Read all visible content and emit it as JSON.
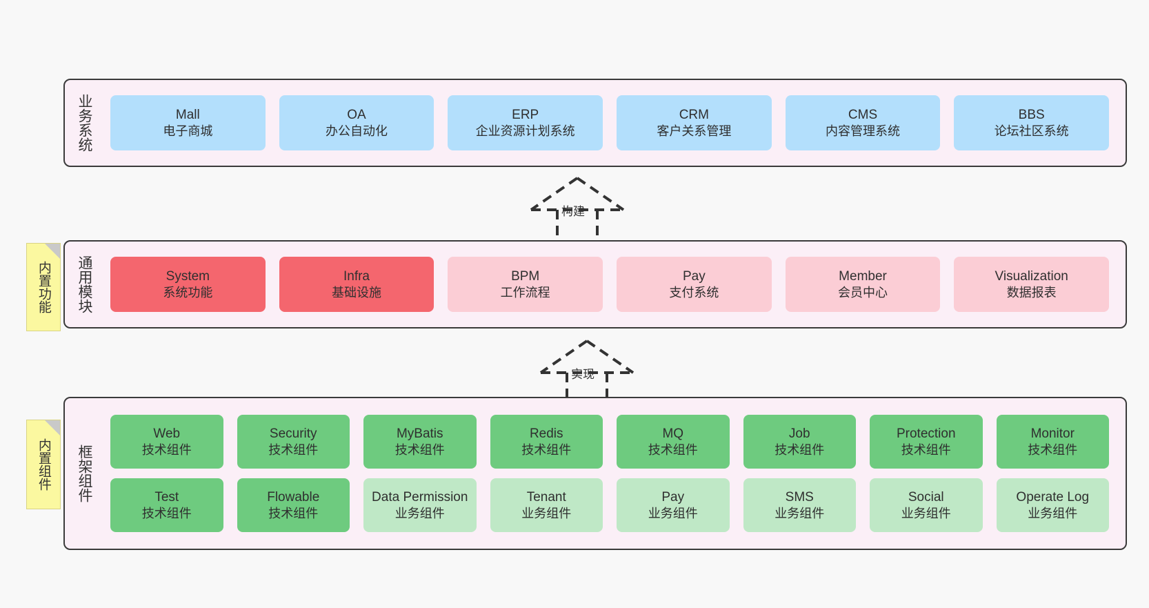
{
  "diagram": {
    "title": "",
    "background_color": "#f8f8f8",
    "layers": [
      {
        "id": "business",
        "title": "业务系统",
        "cards": [
          {
            "en": "Mall",
            "cn": "电子商城",
            "color": "#b3dffc"
          },
          {
            "en": "OA",
            "cn": "办公自动化",
            "color": "#b3dffc"
          },
          {
            "en": "ERP",
            "cn": "企业资源计划系统",
            "color": "#b3dffc"
          },
          {
            "en": "CRM",
            "cn": "客户关系管理",
            "color": "#b3dffc"
          },
          {
            "en": "CMS",
            "cn": "内容管理系统",
            "color": "#b3dffc"
          },
          {
            "en": "BBS",
            "cn": "论坛社区系统",
            "color": "#b3dffc"
          }
        ]
      },
      {
        "id": "common",
        "title": "通用模块",
        "note": "内置功能",
        "cards": [
          {
            "en": "System",
            "cn": "系统功能",
            "color": "#f4666e"
          },
          {
            "en": "Infra",
            "cn": "基础设施",
            "color": "#f4666e"
          },
          {
            "en": "BPM",
            "cn": "工作流程",
            "color": "#fbcdd5"
          },
          {
            "en": "Pay",
            "cn": "支付系统",
            "color": "#fbcdd5"
          },
          {
            "en": "Member",
            "cn": "会员中心",
            "color": "#fbcdd5"
          },
          {
            "en": "Visualization",
            "cn": "数据报表",
            "color": "#fbcdd5"
          }
        ]
      },
      {
        "id": "framework",
        "title": "框架组件",
        "note": "内置组件",
        "rows": [
          [
            {
              "en": "Web",
              "cn": "技术组件",
              "color": "#6ecb7f"
            },
            {
              "en": "Security",
              "cn": "技术组件",
              "color": "#6ecb7f"
            },
            {
              "en": "MyBatis",
              "cn": "技术组件",
              "color": "#6ecb7f"
            },
            {
              "en": "Redis",
              "cn": "技术组件",
              "color": "#6ecb7f"
            },
            {
              "en": "MQ",
              "cn": "技术组件",
              "color": "#6ecb7f"
            },
            {
              "en": "Job",
              "cn": "技术组件",
              "color": "#6ecb7f"
            },
            {
              "en": "Protection",
              "cn": "技术组件",
              "color": "#6ecb7f"
            },
            {
              "en": "Monitor",
              "cn": "技术组件",
              "color": "#6ecb7f"
            }
          ],
          [
            {
              "en": "Test",
              "cn": "技术组件",
              "color": "#6ecb7f"
            },
            {
              "en": "Flowable",
              "cn": "技术组件",
              "color": "#6ecb7f"
            },
            {
              "en": "Data Permission",
              "cn": "业务组件",
              "color": "#bfe8c6"
            },
            {
              "en": "Tenant",
              "cn": "业务组件",
              "color": "#bfe8c6"
            },
            {
              "en": "Pay",
              "cn": "业务组件",
              "color": "#bfe8c6"
            },
            {
              "en": "SMS",
              "cn": "业务组件",
              "color": "#bfe8c6"
            },
            {
              "en": "Social",
              "cn": "业务组件",
              "color": "#bfe8c6"
            },
            {
              "en": "Operate Log",
              "cn": "业务组件",
              "color": "#bfe8c6"
            }
          ]
        ]
      }
    ],
    "connectors": [
      {
        "id": "build",
        "label": "构建",
        "style": "dashed-generalization"
      },
      {
        "id": "impl",
        "label": "实现",
        "style": "dashed-generalization"
      }
    ]
  }
}
